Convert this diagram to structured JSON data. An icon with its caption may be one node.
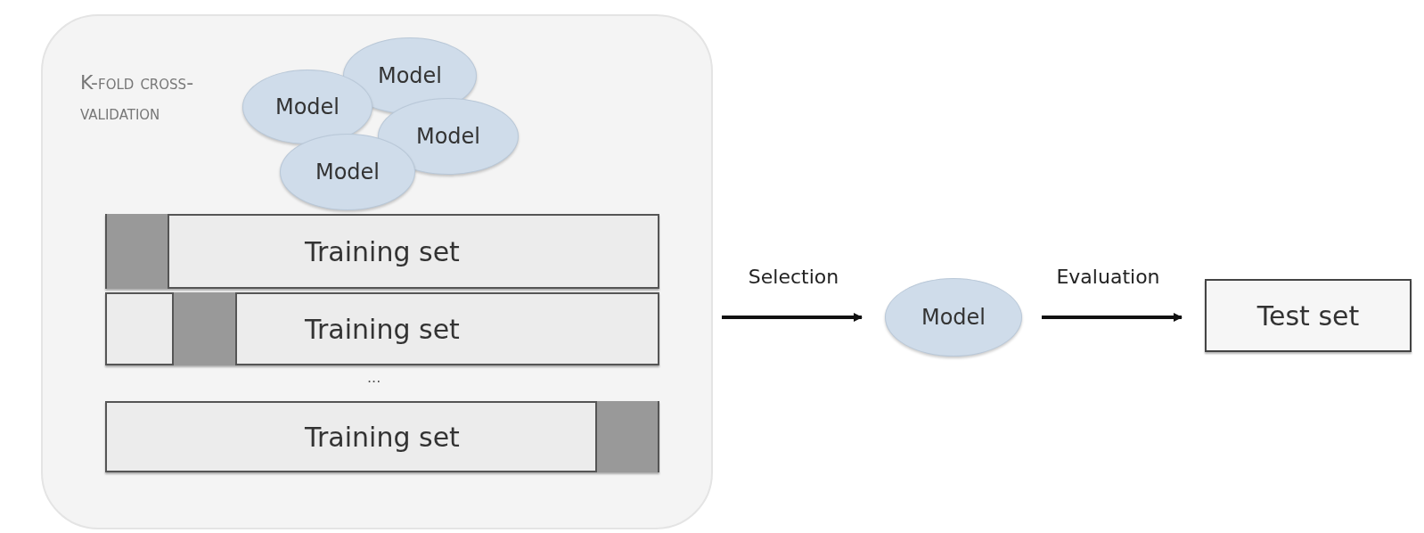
{
  "diagram": {
    "nodes": [
      {
        "text": [
          "K-fold cross-validation"
        ]
      },
      {
        "text": [
          "Model"
        ],
        "in": 0
      },
      {
        "text": [
          "Model"
        ],
        "in": 0
      },
      {
        "text": [
          "Model"
        ],
        "in": 0
      },
      {
        "text": [
          "Model"
        ],
        "in": 0
      },
      {
        "text": [
          "Training set"
        ],
        "in": 0
      },
      {
        "text": [],
        "shape": "box",
        "in": 5
      },
      {
        "text": [
          "Training set"
        ],
        "in": 0
      },
      {
        "text": [],
        "shape": "box",
        "in": 7
      },
      {
        "text": [
          "Training set"
        ],
        "in": 0
      },
      {
        "text": [],
        "shape": "box",
        "in": 9
      },
      {
        "text": [
          "Model"
        ]
      },
      {
        "text": [
          "Test set"
        ]
      }
    ],
    "edges": [
      {
        "from": 0,
        "to": 11,
        "arrow": "to",
        "label": "Selection"
      },
      {
        "from": 11,
        "to": 12,
        "arrow": "to",
        "label": "Evaluation"
      }
    ],
    "labels": [
      "..."
    ]
  }
}
